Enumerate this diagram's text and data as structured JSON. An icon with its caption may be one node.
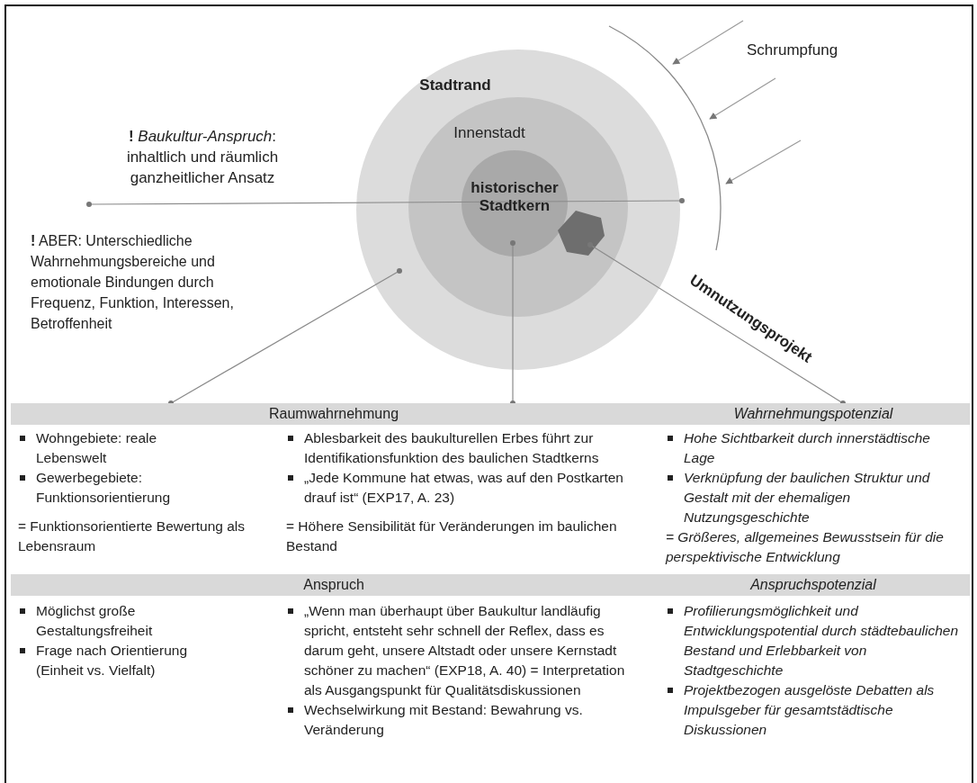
{
  "diagram": {
    "nodes": [
      {
        "text": [
          "Stadtrand"
        ]
      },
      {
        "text": [
          "Innenstadt"
        ],
        "in": 0
      },
      {
        "text": [
          "historischer Stadtkern"
        ],
        "in": 1
      },
      {
        "text": [],
        "shape": "polygon",
        "in": 1
      },
      {
        "text": [
          "Raumwahrnehmung"
        ]
      },
      {
        "text": [
          "Wahrnehmungspotenzial"
        ]
      },
      {
        "text": [
          "Anspruch"
        ]
      },
      {
        "text": [
          "Anspruchspotenzial"
        ]
      }
    ],
    "edges": [
      {
        "from": 0,
        "to": 4,
        "arrow": "other"
      },
      {
        "from": 2,
        "to": 4,
        "arrow": "other"
      },
      {
        "from": 3,
        "to": 5,
        "arrow": "other"
      }
    ],
    "labels": [
      "Schrumpfung",
      "**!** *Baukultur-Anspruch*: inhaltlich und räumlich ganzheitlicher Ansatz",
      "**!** ABER: Unterschiedliche Wahrnehmungsbereiche und emotionale Bindungen durch Frequenz, Funktion, Interessen, Betroffenheit",
      "Umnutzungsprojekt",
      "Wohngebiete: reale Lebenswelt",
      "Gewerbegebiete: Funktionsorientierung",
      "= Funktionsorientierte Bewertung als Lebensraum",
      "Ablesbarkeit des baukulturellen Erbes führt zur Identifikationsfunktion des baulichen Stadtkerns",
      "„Jede Kommune hat etwas, was auf den Postkarten drauf ist“ (EXP17, A. 23)",
      "= Höhere Sensibilität für Veränderungen im baulichen Bestand",
      "Hohe Sichtbarkeit durch innerstädtische Lage",
      "Verknüpfung der baulichen Struktur und Gestalt mit der ehemaligen Nutzungsgeschichte",
      "= Größeres, allgemeines Bewusstsein für die perspektivische Entwicklung",
      "Möglichst große Gestaltungsfreiheit",
      "Frage nach Orientierung (Einheit vs. Vielfalt)",
      "„Wenn man überhaupt über Baukultur landläufig spricht, entsteht sehr schnell der Reflex, dass es darum geht, unsere Altstadt oder unsere Kernstadt schöner zu machen“ (EXP18, A. 40) = Interpretation als Ausgangspunkt für Qualitätsdiskussionen",
      "Wechselwirkung mit Bestand: Bewahrung vs. Veränderung",
      "Profilierungsmöglichkeit und Entwicklungspotential durch städtebaulichen Bestand und Erlebbarkeit von Stadtgeschichte",
      "Projektbezogen ausgelöste Debatten als Impulsgeber für gesamtstädtische Diskussionen"
    ]
  }
}
